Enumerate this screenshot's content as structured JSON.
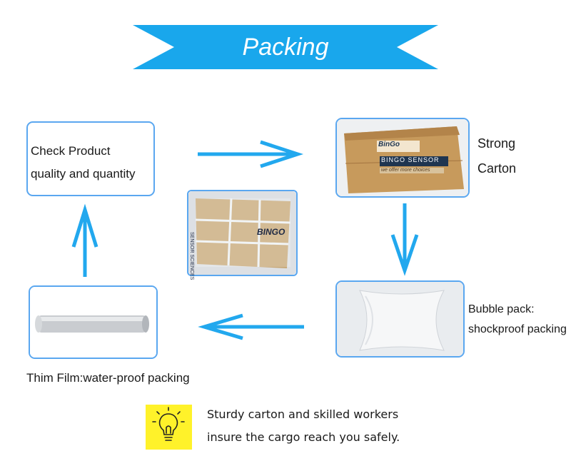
{
  "banner": {
    "title": "Packing",
    "color": "#19a7ec"
  },
  "steps": {
    "check": {
      "line1": "Check Product",
      "line2": "quality and quantity"
    },
    "carton": {
      "line1": "Strong",
      "line2": "Carton",
      "brand": "BINGO SENSOR",
      "logo": "BinGo",
      "tagline": "we offer more choices"
    },
    "bubble": {
      "line1": "Bubble pack:",
      "line2": "shockproof packing"
    },
    "film": {
      "label": "Thim Film:water-proof packing"
    },
    "wrapped": {
      "print1": "SENSOR SCIENCES",
      "print2": "BINGO"
    }
  },
  "note": {
    "line1": "Sturdy carton and skilled workers",
    "line2": "insure the cargo reach you safely.",
    "icon": "lightbulb-icon",
    "icon_bg": "#fff22a"
  },
  "colors": {
    "arrow": "#22a8ee",
    "border": "#5aa7f0"
  }
}
